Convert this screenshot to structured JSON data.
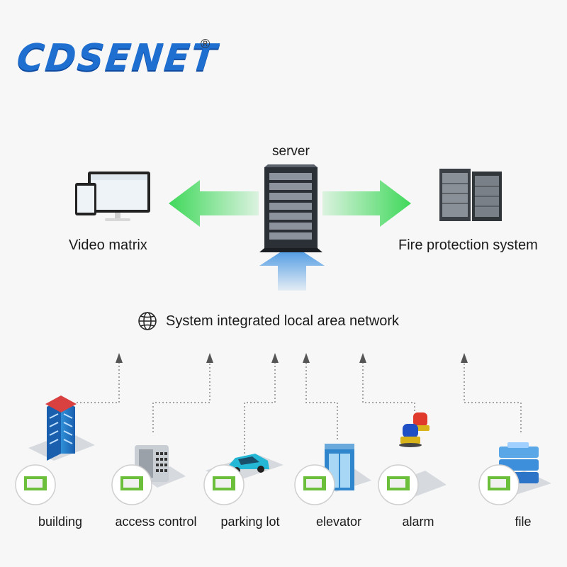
{
  "brand": {
    "logo_text": "CDSENET",
    "registered_mark": "®"
  },
  "server": {
    "label": "server"
  },
  "left_node": {
    "label": "Video matrix"
  },
  "right_node": {
    "label": "Fire protection system"
  },
  "network": {
    "label": "System integrated local area network",
    "icon": "globe-icon"
  },
  "devices": [
    {
      "label": "building",
      "icon": "building-icon"
    },
    {
      "label": "access control",
      "icon": "keypad-icon"
    },
    {
      "label": "parking lot",
      "icon": "car-icon"
    },
    {
      "label": "elevator",
      "icon": "elevator-icon"
    },
    {
      "label": "alarm",
      "icon": "alarm-light-icon"
    },
    {
      "label": "file",
      "icon": "database-icon"
    }
  ],
  "colors": {
    "brand_blue": "#1f6fd1",
    "arrow_green": "#3fd85a",
    "arrow_blue": "#3a8fe0",
    "module_green": "#6cbf3b"
  }
}
